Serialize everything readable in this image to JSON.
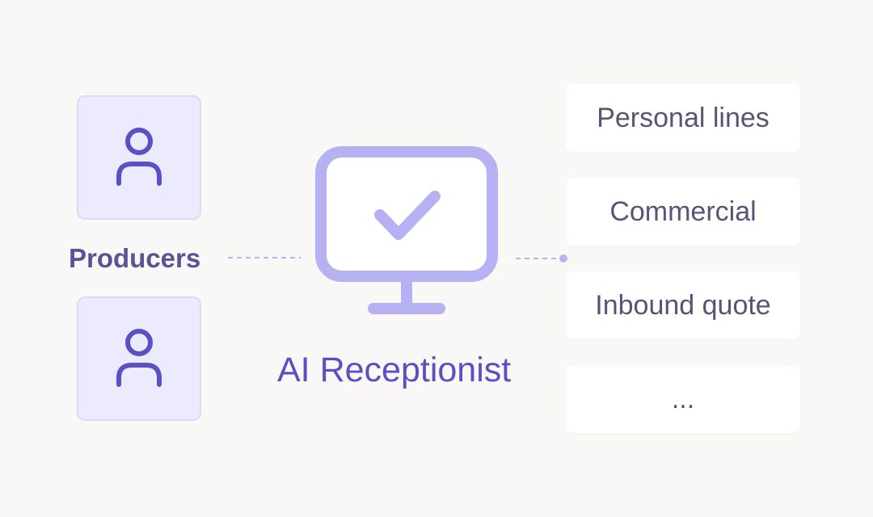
{
  "producers": {
    "label": "Producers",
    "cards": [
      {
        "icon": "person-icon"
      },
      {
        "icon": "person-icon"
      }
    ]
  },
  "receptionist": {
    "label": "AI Receptionist",
    "icon": "monitor-check-icon"
  },
  "categories": [
    {
      "label": "Personal lines"
    },
    {
      "label": "Commercial"
    },
    {
      "label": "Inbound quote"
    },
    {
      "label": "..."
    }
  ],
  "colors": {
    "background": "#faf7f7",
    "card_fill": "#ecebfd",
    "icon_stroke": "#5a4fc4",
    "monitor_stroke": "#b5b1f2",
    "label_text": "#5b5394",
    "accent_text": "#5a4fc4",
    "category_text": "#595375"
  }
}
